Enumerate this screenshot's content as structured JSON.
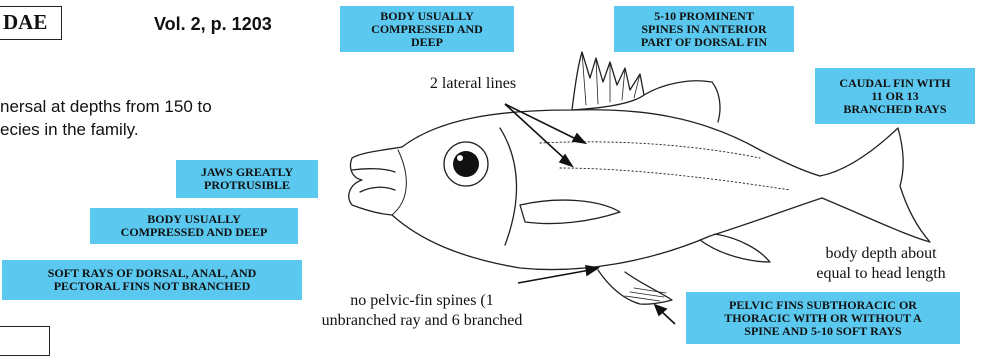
{
  "header": {
    "family_fragment": "DAE",
    "volume_ref": "Vol. 2, p. 1203"
  },
  "intro_text": {
    "line1": "nersal at depths from 150 to",
    "line2": "ecies in the family."
  },
  "callouts": {
    "body_compressed_top": "BODY USUALLY\nCOMPRESSED AND\nDEEP",
    "dorsal_spines": "5-10 PROMINENT\nSPINES IN ANTERIOR\nPART OF DORSAL FIN",
    "caudal_fin": "CAUDAL FIN WITH\n11 OR 13\nBRANCHED RAYS",
    "jaws": "JAWS GREATLY\nPROTRUSIBLE",
    "body_compressed_left": "BODY USUALLY\nCOMPRESSED AND DEEP",
    "soft_rays": "SOFT RAYS OF DORSAL, ANAL, AND\nPECTORAL FINS NOT BRANCHED",
    "pelvic_fins": "PELVIC FINS SUBTHORACIC OR\nTHORACIC WITH OR WITHOUT A\nSPINE AND 5-10 SOFT RAYS"
  },
  "labels": {
    "lateral_lines": "2 lateral lines",
    "body_depth": "body depth about\nequal to head length",
    "pelvic_spines": "no pelvic-fin spines (1\nunbranched ray and 6 branched"
  },
  "colors": {
    "callout_bg": "#5bc8ef",
    "outline": "#222222"
  }
}
